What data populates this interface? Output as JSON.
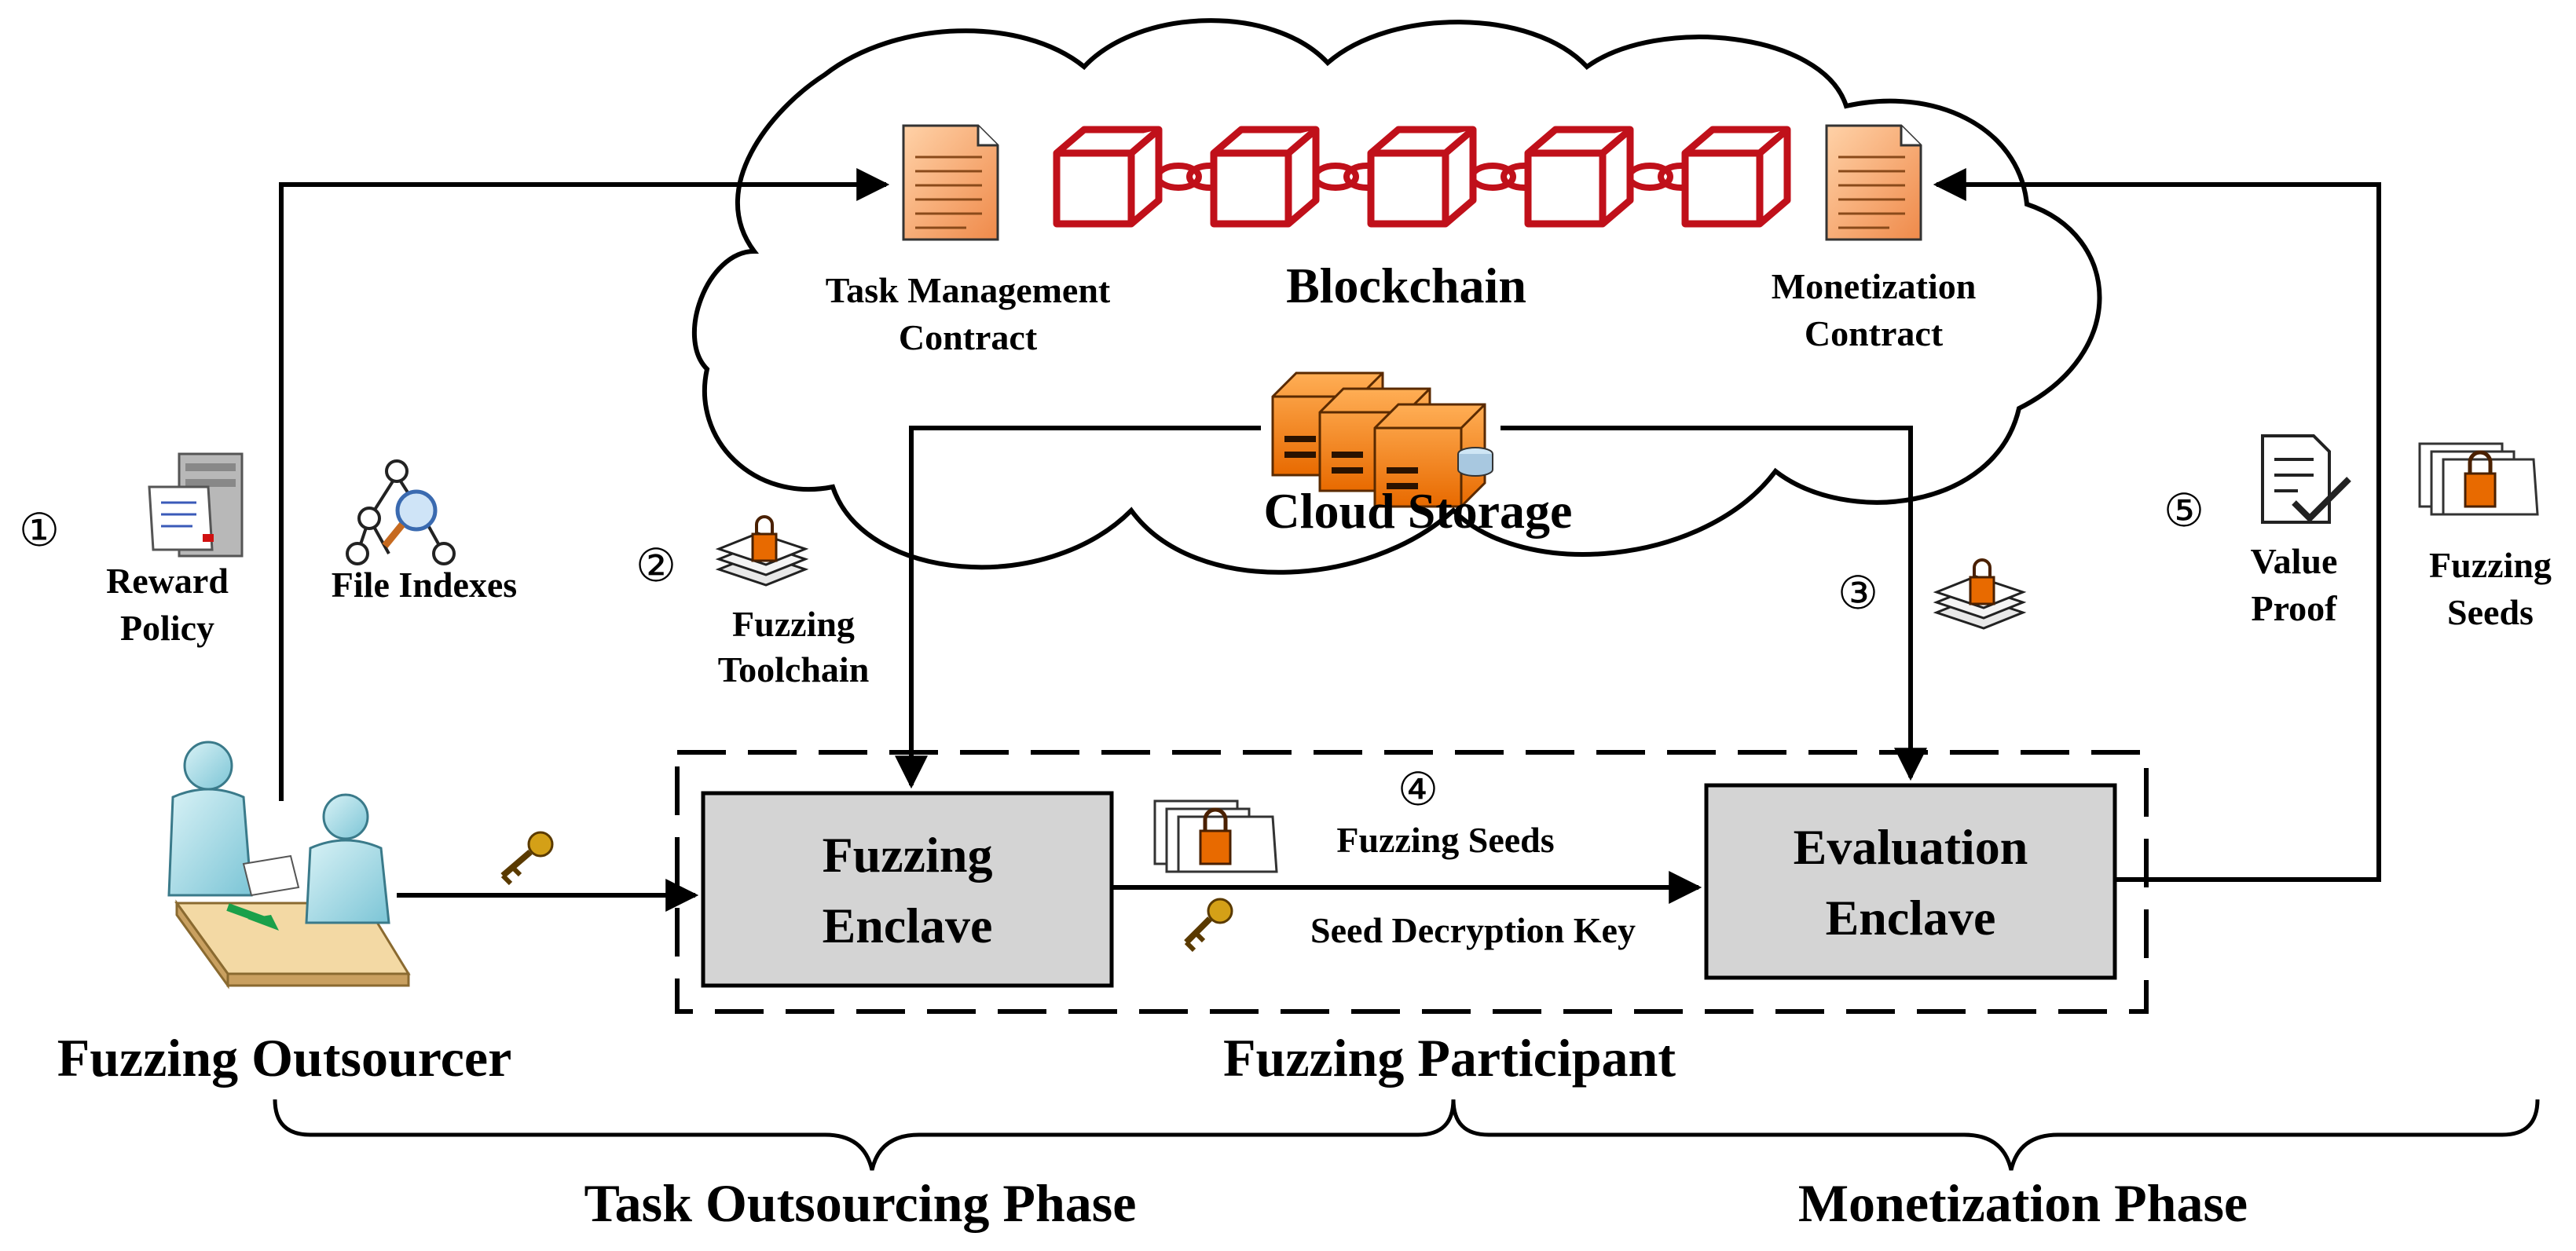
{
  "blockchain": {
    "title": "Blockchain",
    "task_contract": [
      "Task Management",
      "Contract"
    ],
    "monetization_contract": [
      "Monetization",
      "Contract"
    ]
  },
  "cloud_storage": {
    "title": "Cloud Storage"
  },
  "outsourcer": {
    "title": "Fuzzing Outsourcer",
    "reward_policy": [
      "Reward",
      "Policy"
    ],
    "file_indexes": "File Indexes"
  },
  "steps": {
    "s1": "①",
    "s2": "②",
    "s3": "③",
    "s4": "④",
    "s5": "⑤"
  },
  "toolchain": [
    "Fuzzing",
    "Toolchain"
  ],
  "participant": {
    "title": "Fuzzing Participant",
    "fuzzing_enclave": [
      "Fuzzing",
      "Enclave"
    ],
    "evaluation_enclave": [
      "Evaluation",
      "Enclave"
    ],
    "fuzzing_seeds": "Fuzzing Seeds",
    "seed_key": "Seed Decryption Key"
  },
  "value_proof": [
    "Value",
    "Proof"
  ],
  "fuzzing_seeds_right": [
    "Fuzzing",
    "Seeds"
  ],
  "phases": {
    "task_outsourcing": "Task Outsourcing Phase",
    "monetization": "Monetization Phase"
  },
  "colors": {
    "chain_red": "#c0101a",
    "doc_orange": "#f4a06a",
    "server_orange": "#f07a10",
    "enclave_gray": "#d4d4d4",
    "key_gold": "#d4a017"
  }
}
